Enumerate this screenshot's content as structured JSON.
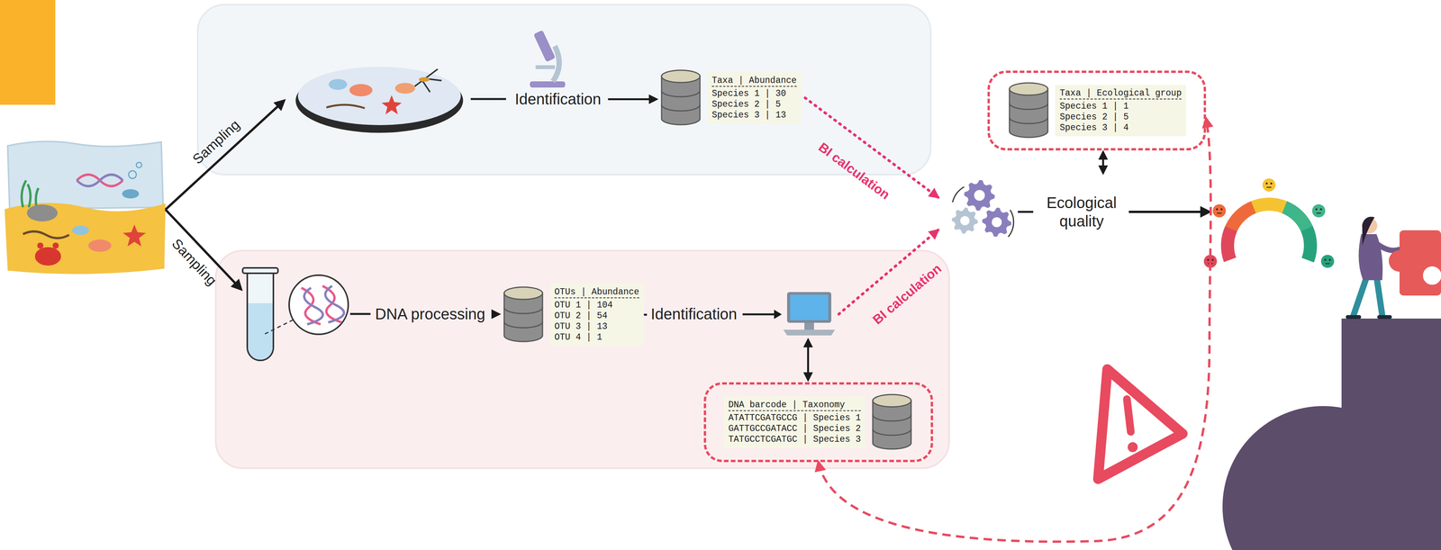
{
  "diagram": {
    "nodes": [
      {
        "text": [
          "Identification"
        ]
      },
      {
        "text": [
          "Taxa | Abundance",
          "Species 1 | 30",
          "Species 2 | 5",
          "Species 3 | 13"
        ]
      },
      {
        "text": [
          "Taxa | Ecological group",
          "Species 1 | 1",
          "Species 2 | 5",
          "Species 3 | 4"
        ]
      },
      {
        "text": [
          "Ecological quality"
        ]
      },
      {
        "text": [
          "DNA processing"
        ]
      },
      {
        "text": [
          "OTUs | Abundance",
          "OTU 1 | 104",
          "OTU 2 | 54",
          "OTU 3 | 13",
          "OTU 4 | 1"
        ]
      },
      {
        "text": [
          "Identification"
        ]
      },
      {
        "text": [
          "DNA barcode | Taxonomy",
          "ATATTCGATGCCG | Species 1",
          "GATTGCCGATACC | Species 2",
          "TATGCCTCGATGC | Species 3"
        ]
      }
    ],
    "edges": [
      {
        "from": 0,
        "to": 1,
        "arrow": "to"
      },
      {
        "from": 1,
        "to": 3,
        "label": "BI calculation",
        "arrow": "to"
      },
      {
        "from": 2,
        "to": 3,
        "arrow": "both"
      },
      {
        "from": 4,
        "to": 5,
        "arrow": "to"
      },
      {
        "from": 5,
        "to": 6,
        "arrow": "none"
      },
      {
        "from": 6,
        "to": 3,
        "label": "BI calculation",
        "arrow": "to"
      },
      {
        "from": 6,
        "to": 7,
        "arrow": "both"
      },
      {
        "from": 7,
        "to": 2,
        "arrow": "both"
      }
    ],
    "labels": [
      "Sampling",
      "Sampling"
    ]
  }
}
